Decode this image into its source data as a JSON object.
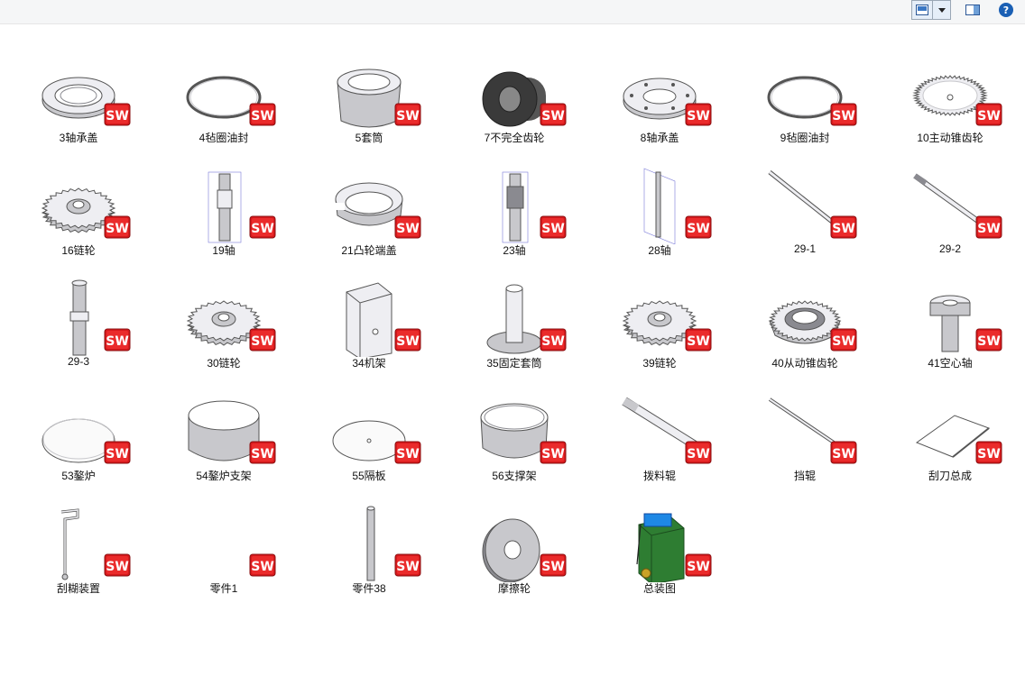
{
  "toolbar": {
    "view_icon": "large-icons-view-icon",
    "dropdown_icon": "chevron-down-icon",
    "pane_icon": "preview-pane-icon",
    "help_label": "?"
  },
  "badge_text": "SW",
  "files": [
    {
      "label": "3轴承盖",
      "shape": "flange"
    },
    {
      "label": "4毡圈油封",
      "shape": "ring"
    },
    {
      "label": "5套筒",
      "shape": "sleeve"
    },
    {
      "label": "7不完全齿轮",
      "shape": "gear-dark"
    },
    {
      "label": "8轴承盖",
      "shape": "flange-holes"
    },
    {
      "label": "9毡圈油封",
      "shape": "ring"
    },
    {
      "label": "10主动锥齿轮",
      "shape": "bevel-flat"
    },
    {
      "label": "16链轮",
      "shape": "sprocket"
    },
    {
      "label": "19轴",
      "shape": "shaft-v"
    },
    {
      "label": "21凸轮端盖",
      "shape": "cam-cover"
    },
    {
      "label": "23轴",
      "shape": "shaft-gear"
    },
    {
      "label": "28轴",
      "shape": "thin-shaft"
    },
    {
      "label": "29-1",
      "shape": "rod-diag"
    },
    {
      "label": "29-2",
      "shape": "rod-diag2"
    },
    {
      "label": "29-3",
      "shape": "shaft-v2"
    },
    {
      "label": "30链轮",
      "shape": "sprocket"
    },
    {
      "label": "34机架",
      "shape": "frame-box"
    },
    {
      "label": "35固定套筒",
      "shape": "fixed-sleeve"
    },
    {
      "label": "39链轮",
      "shape": "sprocket"
    },
    {
      "label": "40从动锥齿轮",
      "shape": "bevel-gear"
    },
    {
      "label": "41空心轴",
      "shape": "hollow-shaft"
    },
    {
      "label": "53鏊炉",
      "shape": "plate"
    },
    {
      "label": "54鏊炉支架",
      "shape": "cylinder"
    },
    {
      "label": "55隔板",
      "shape": "plate-dot"
    },
    {
      "label": "56支撑架",
      "shape": "cylinder2"
    },
    {
      "label": "拨料辊",
      "shape": "roller"
    },
    {
      "label": "挡辊",
      "shape": "rod-diag3"
    },
    {
      "label": "刮刀总成",
      "shape": "scraper"
    },
    {
      "label": "刮糊装置",
      "shape": "paste-device"
    },
    {
      "label": "零件1",
      "shape": "empty"
    },
    {
      "label": "零件38",
      "shape": "pin"
    },
    {
      "label": "摩擦轮",
      "shape": "disc"
    },
    {
      "label": "总装图",
      "shape": "assembly"
    }
  ]
}
